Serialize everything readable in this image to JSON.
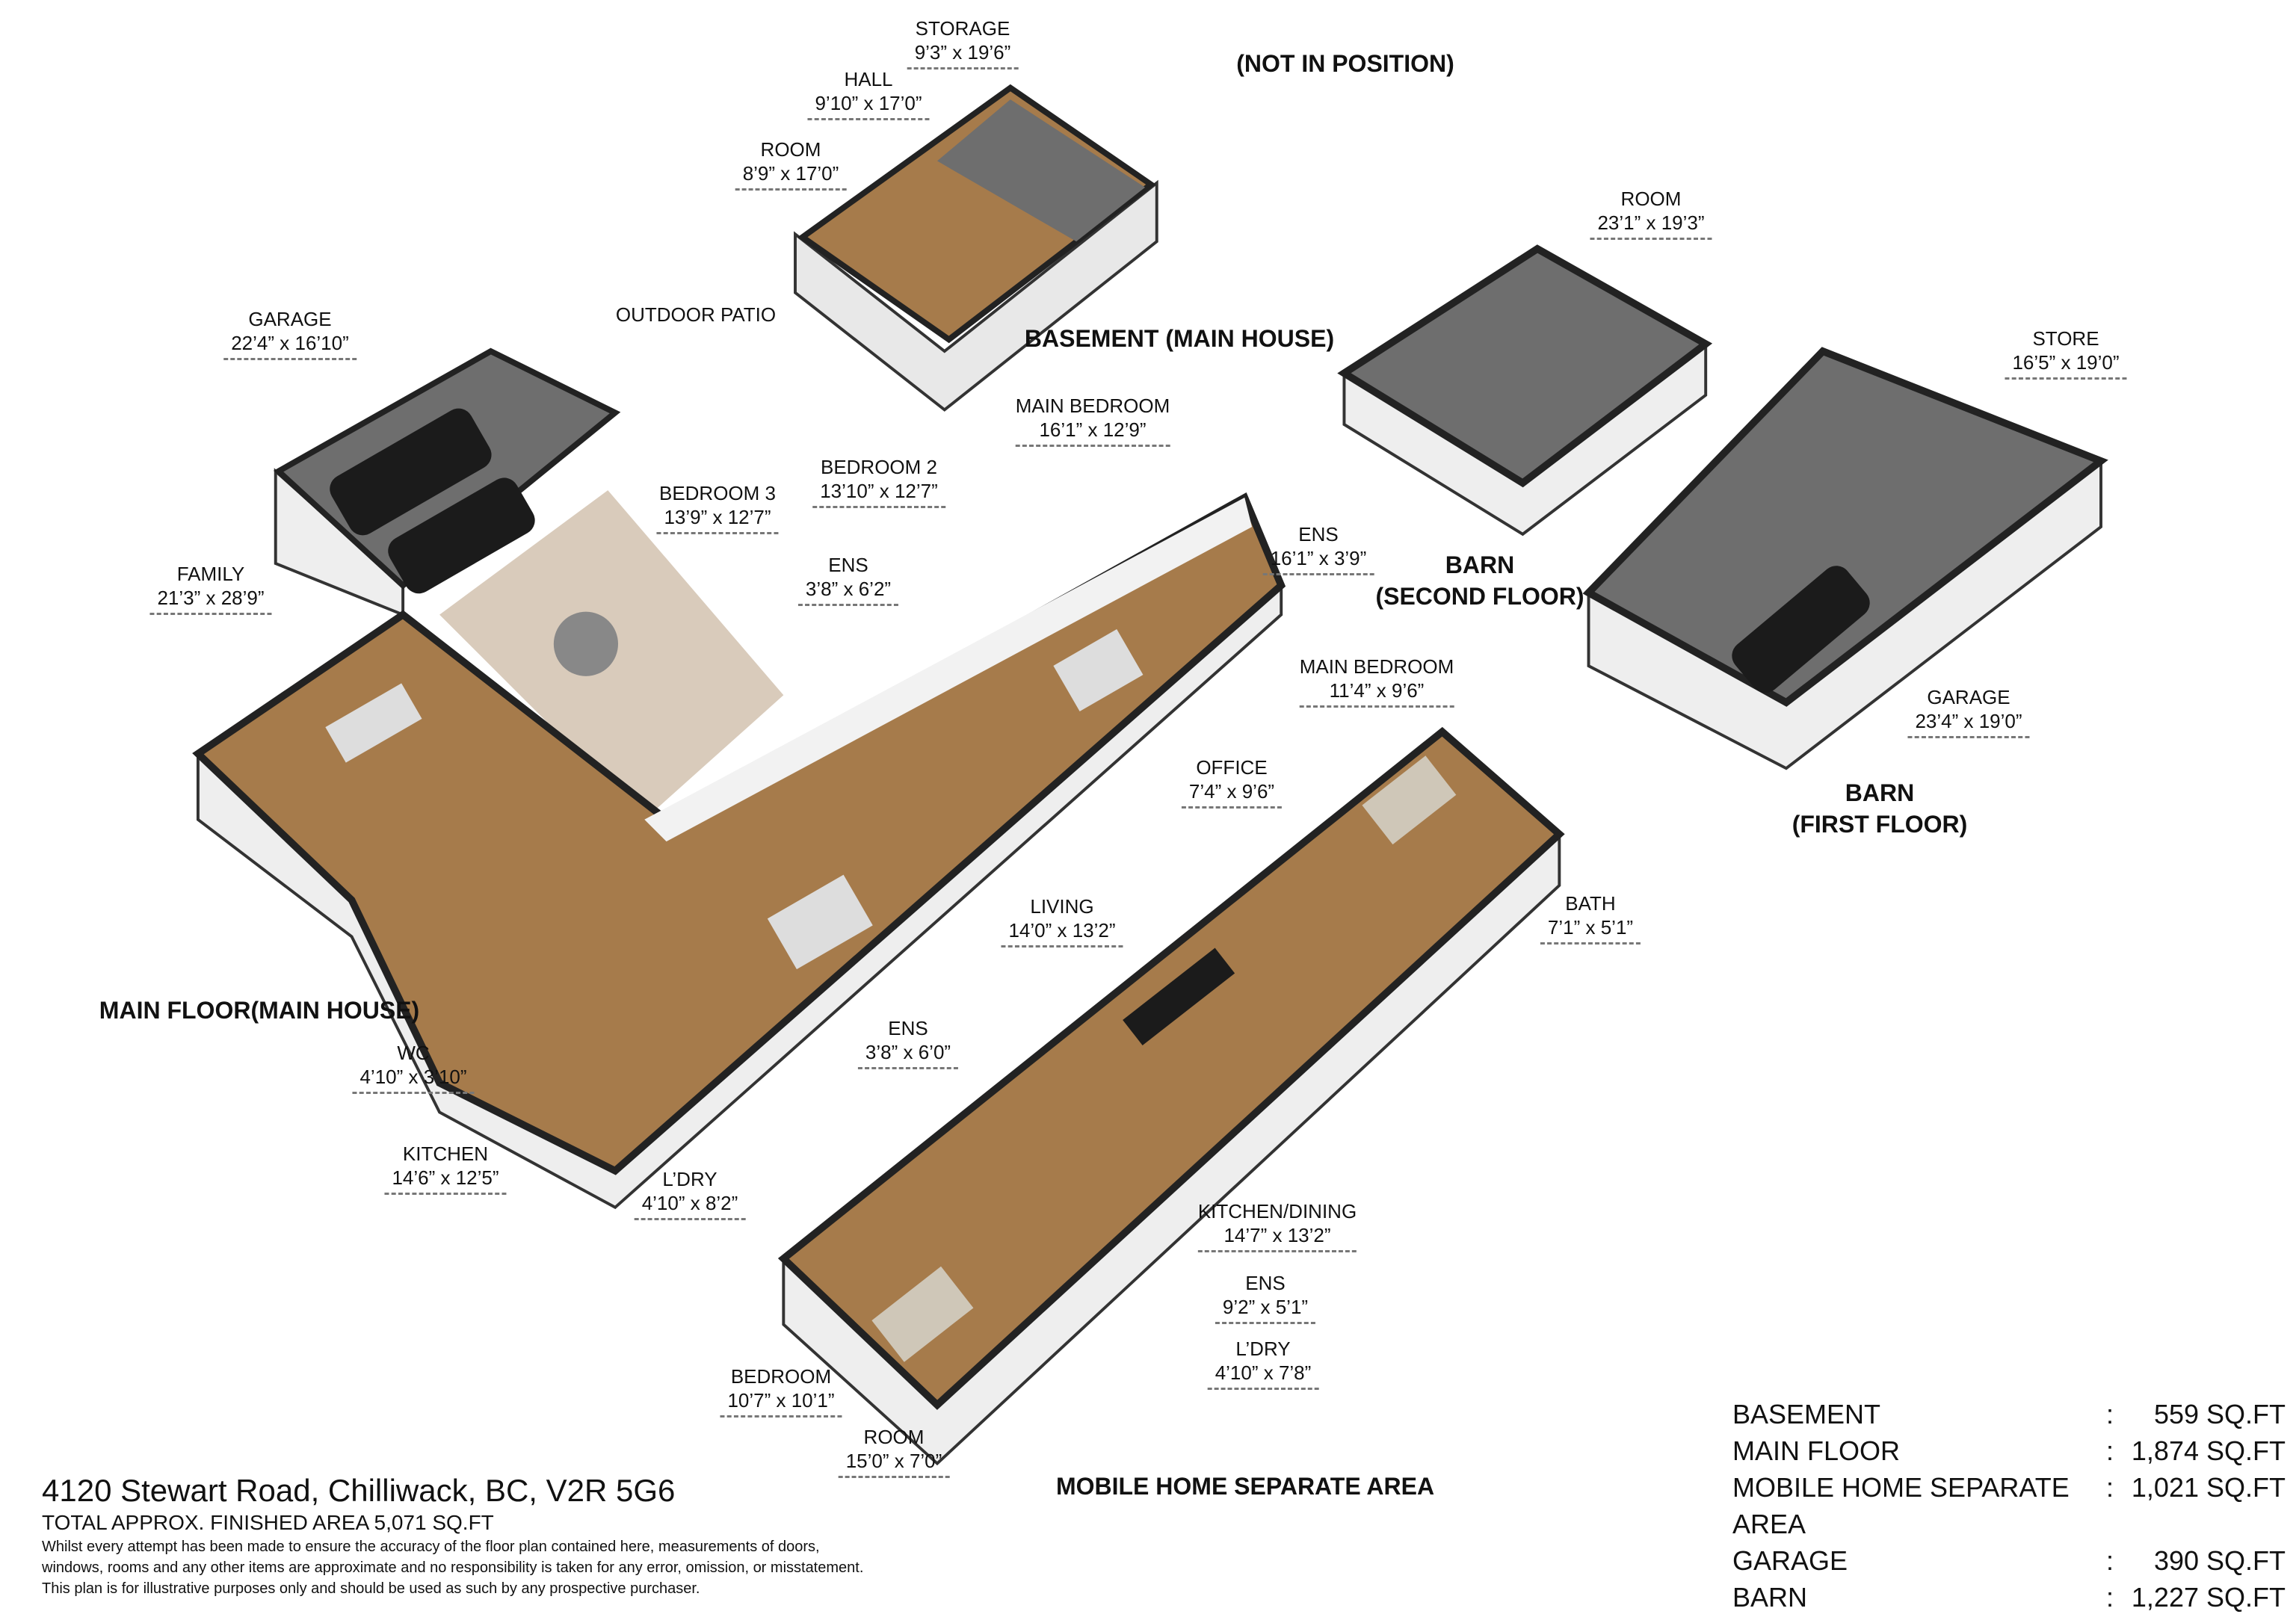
{
  "headings": {
    "not_in_position": "(NOT IN POSITION)",
    "basement": "BASEMENT (MAIN HOUSE)",
    "barn_second_line1": "BARN",
    "barn_second_line2": "(SECOND FLOOR)",
    "barn_first_line1": "BARN",
    "barn_first_line2": "(FIRST FLOOR)",
    "main_floor": "MAIN FLOOR(MAIN HOUSE)",
    "mobile_home": "MOBILE HOME SEPARATE AREA"
  },
  "rooms": [
    {
      "name": "STORAGE",
      "dim": "9’3” x 19’6”"
    },
    {
      "name": "HALL",
      "dim": "9’10” x 17’0”"
    },
    {
      "name": "ROOM",
      "dim": "8’9” x 17’0”"
    },
    {
      "name": "GARAGE",
      "dim": "22’4” x 16’10”"
    },
    {
      "name": "OUTDOOR PATIO",
      "dim": ""
    },
    {
      "name": "ROOM",
      "dim": "23’1” x 19’3”"
    },
    {
      "name": "STORE",
      "dim": "16’5” x 19’0”"
    },
    {
      "name": "MAIN BEDROOM",
      "dim": "16’1” x 12’9”"
    },
    {
      "name": "BEDROOM 2",
      "dim": "13’10” x 12’7”"
    },
    {
      "name": "BEDROOM 3",
      "dim": "13’9” x 12’7”"
    },
    {
      "name": "ENS",
      "dim": "16’1” x 3’9”"
    },
    {
      "name": "FAMILY",
      "dim": "21’3” x 28’9”"
    },
    {
      "name": "ENS",
      "dim": "3’8” x 6’2”"
    },
    {
      "name": "MAIN BEDROOM",
      "dim": "11’4” x 9’6”"
    },
    {
      "name": "GARAGE",
      "dim": "23’4” x 19’0”"
    },
    {
      "name": "OFFICE",
      "dim": "7’4” x 9’6”"
    },
    {
      "name": "LIVING",
      "dim": "14’0” x 13’2”"
    },
    {
      "name": "BATH",
      "dim": "7’1” x 5’1”"
    },
    {
      "name": "ENS",
      "dim": "3’8” x 6’0”"
    },
    {
      "name": "WC",
      "dim": "4’10” x 3’10”"
    },
    {
      "name": "KITCHEN",
      "dim": "14’6” x 12’5”"
    },
    {
      "name": "L’DRY",
      "dim": "4’10” x 8’2”"
    },
    {
      "name": "KITCHEN/DINING",
      "dim": "14’7” x 13’2”"
    },
    {
      "name": "ENS",
      "dim": "9’2” x 5’1”"
    },
    {
      "name": "L’DRY",
      "dim": "4’10” x 7’8”"
    },
    {
      "name": "BEDROOM",
      "dim": "10’7” x 10’1”"
    },
    {
      "name": "ROOM",
      "dim": "15’0” x 7’0”"
    }
  ],
  "footer": {
    "address": "4120 Stewart Road, Chilliwack, BC, V2R 5G6",
    "total": "TOTAL APPROX. FINISHED AREA 5,071 SQ.FT",
    "disclaimer": [
      "Whilst every attempt has been made to ensure the accuracy of the floor plan contained here, measurements of doors,",
      "windows, rooms and any other items are approximate and no responsibility is taken for any error, omission, or misstatement.",
      "This plan is for illustrative purposes only and should be used as such by any prospective purchaser."
    ]
  },
  "areas": [
    {
      "name": "BASEMENT",
      "value": "559 SQ.FT"
    },
    {
      "name": "MAIN FLOOR",
      "value": "1,874 SQ.FT"
    },
    {
      "name": "MOBILE HOME SEPARATE AREA",
      "value": "1,021 SQ.FT"
    },
    {
      "name": "GARAGE",
      "value": "390 SQ.FT"
    },
    {
      "name": "BARN",
      "value": "1,227 SQ.FT"
    },
    {
      "name": "TOTAL AREA",
      "value": "5,071 SQ.FT"
    }
  ],
  "colors": {
    "wood": "#a67b4b",
    "concrete": "#6e6e6e",
    "patio": "#d9cbbb",
    "wall": "#f2f2f2",
    "outline": "#333333"
  }
}
